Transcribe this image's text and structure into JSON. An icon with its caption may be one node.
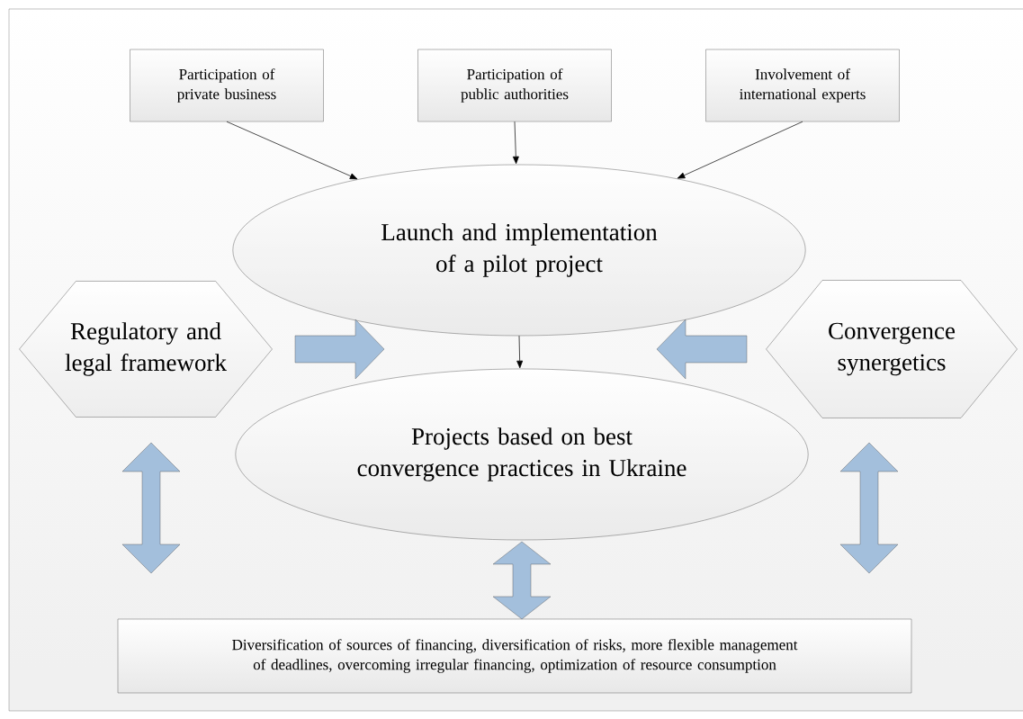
{
  "diagram": {
    "nodes": [
      {
        "text": [
          "Participation of private business"
        ]
      },
      {
        "text": [
          "Participation of public authorities"
        ]
      },
      {
        "text": [
          "Involvement of international experts"
        ]
      },
      {
        "text": [
          "Launch and implementation of a pilot project"
        ]
      },
      {
        "text": [
          "Regulatory and legal framework"
        ]
      },
      {
        "text": [
          "Convergence synergetics"
        ]
      },
      {
        "text": [
          "Projects based on best convergence practices in Ukraine"
        ]
      },
      {
        "text": [
          "Diversification of sources of financing, diversification of risks, more flexible management of deadlines, overcoming irregular financing, optimization of resource consumption"
        ]
      }
    ],
    "edges": [
      {
        "from": 0,
        "to": 3,
        "arrow": "to"
      },
      {
        "from": 1,
        "to": 3,
        "arrow": "to"
      },
      {
        "from": 2,
        "to": 3,
        "arrow": "to"
      },
      {
        "from": 3,
        "to": 6,
        "arrow": "to"
      },
      {
        "from": 4,
        "to": 3,
        "arrow": "to",
        "style": "thick",
        "color": "#a3bfdc"
      },
      {
        "from": 5,
        "to": 3,
        "arrow": "to",
        "style": "thick",
        "color": "#a3bfdc"
      },
      {
        "from": 4,
        "to": 7,
        "arrow": "both",
        "style": "thick",
        "color": "#a3bfdc"
      },
      {
        "from": 6,
        "to": 7,
        "arrow": "both",
        "style": "thick",
        "color": "#a3bfdc"
      },
      {
        "from": 5,
        "to": 7,
        "arrow": "both",
        "style": "thick",
        "color": "#a3bfdc"
      }
    ]
  }
}
